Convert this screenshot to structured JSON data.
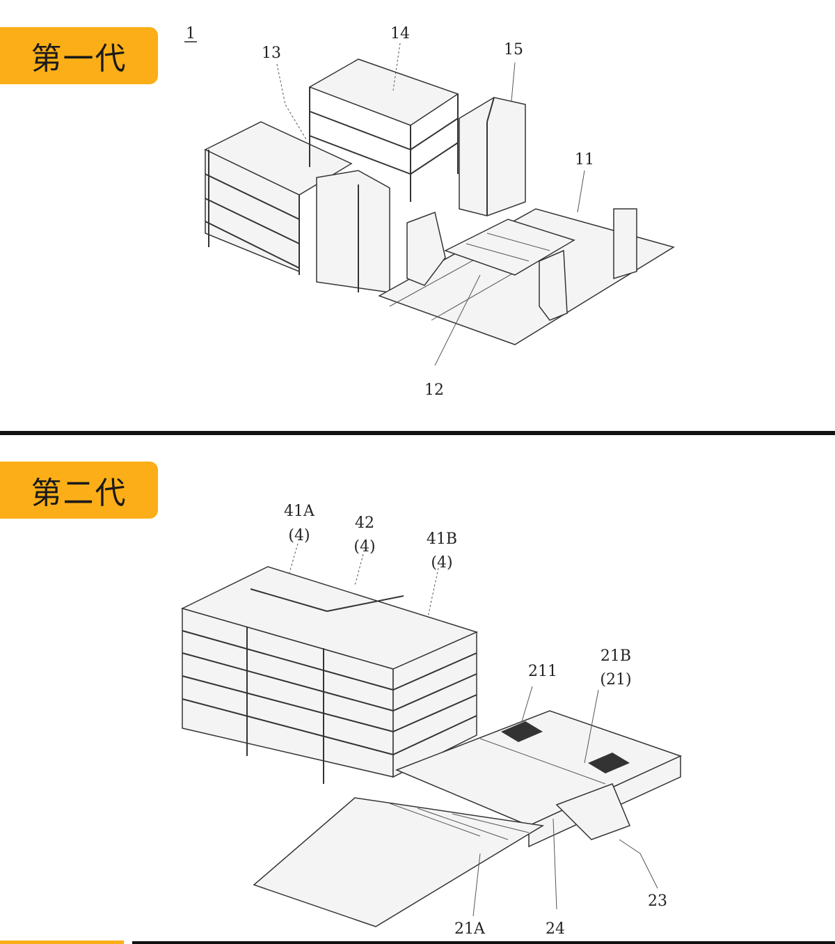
{
  "sections": [
    {
      "title": "第一代",
      "labels": {
        "assembly": "1",
        "l13": "13",
        "l14": "14",
        "l15": "15",
        "l11": "11",
        "l12": "12"
      }
    },
    {
      "title": "第二代",
      "labels": {
        "l41a": "41A",
        "l41a_sub": "(4)",
        "l42": "42",
        "l42_sub": "(4)",
        "l41b": "41B",
        "l41b_sub": "(4)",
        "l211": "211",
        "l21b": "21B",
        "l21b_sub": "(21)",
        "l23": "23",
        "l21a": "21A",
        "l24": "24"
      }
    }
  ],
  "colors": {
    "badge": "#fbae17",
    "divider": "#111111"
  }
}
